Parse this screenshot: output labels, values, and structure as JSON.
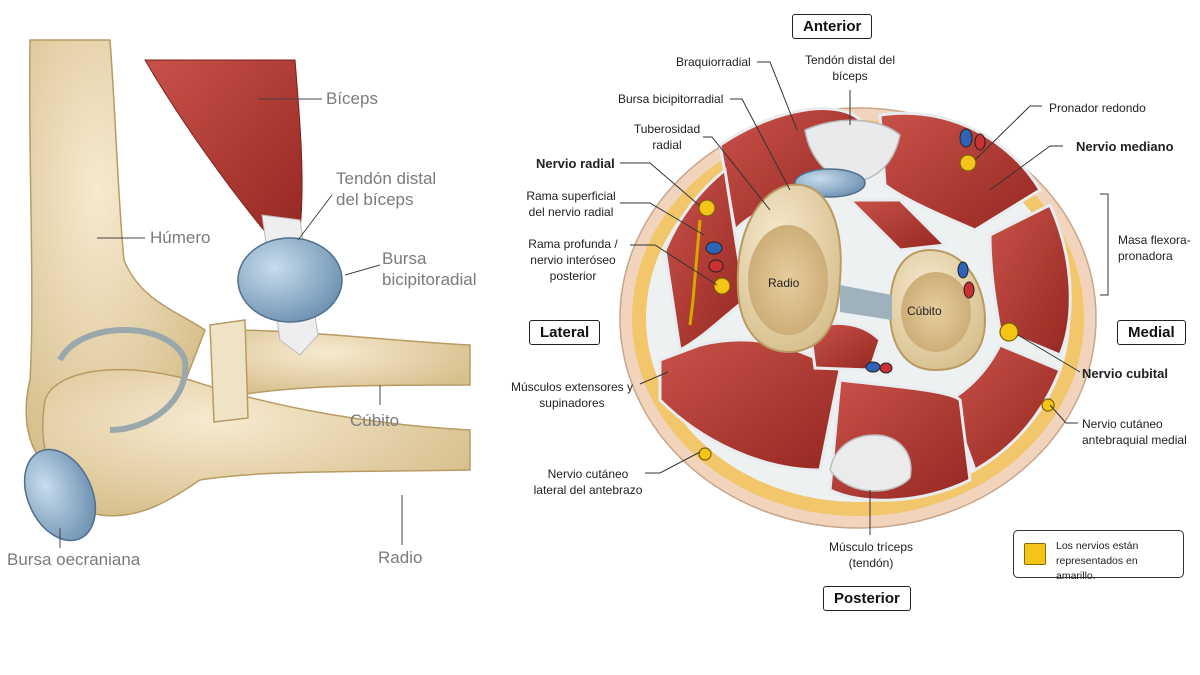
{
  "side_view": {
    "labels": {
      "biceps": "Bíceps",
      "distal_tendon": "Tendón distal del bíceps",
      "humerus": "Húmero",
      "bursa_bicipitoradial": "Bursa bicipitoradial",
      "ulna": "Cúbito",
      "olecranon_bursa": "Bursa oecraniana",
      "radius": "Radio"
    }
  },
  "cross_section": {
    "orientation": {
      "anterior": "Anterior",
      "posterior": "Posterior",
      "lateral": "Lateral",
      "medial": "Medial"
    },
    "labels": {
      "brachioradialis": "Braquiorradial",
      "biceps_tendon": "Tendón distal del bíceps",
      "bursa": "Bursa bicipitorradial",
      "radial_tuberosity": "Tuberosidad radial",
      "radial_nerve": "Nervio radial",
      "superficial_branch": "Rama superficial del nervio radial",
      "deep_branch": "Rama profunda / nervio interóseo posterior",
      "extensors": "Músculos extensores y supinadores",
      "lateral_cutaneous": "Nervio cutáneo lateral del antebrazo",
      "triceps": "Músculo tríceps (tendón)",
      "pronator": "Pronador redondo",
      "median_nerve": "Nervio mediano",
      "flexor_mass": "Masa flexora-pronadora",
      "ulnar_nerve": "Nervio cubital",
      "medial_cutaneous": "Nervio cutáneo antebraquial medial",
      "radius_bone": "Radio",
      "ulna_bone": "Cúbito"
    },
    "legend": {
      "text": "Los nervios están representados en amarillo.",
      "color": "#f5c418"
    }
  },
  "colors": {
    "bone": "#ecdcb4",
    "muscle": "#b5332e",
    "bursa": "#8fb1cc",
    "nerve": "#f5c418",
    "fat": "#f2c66a"
  }
}
